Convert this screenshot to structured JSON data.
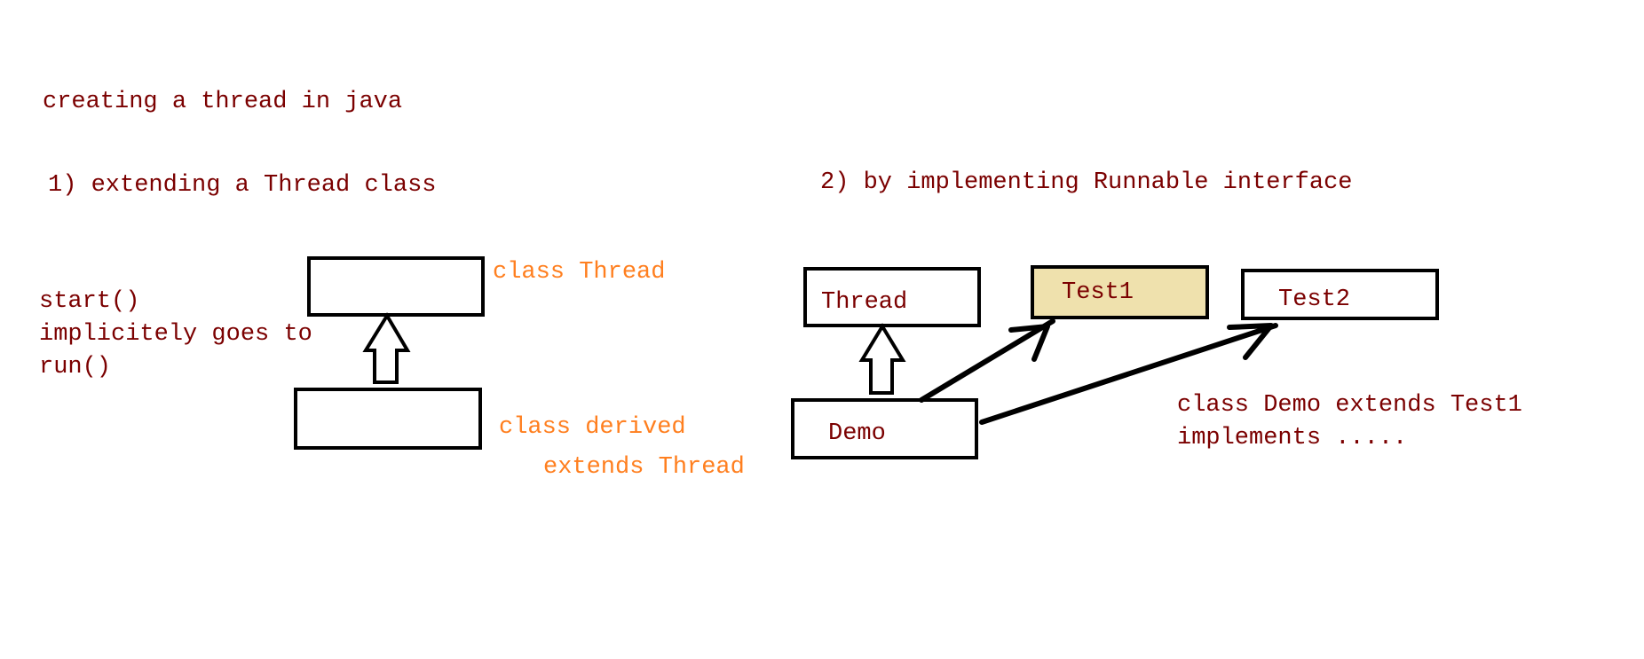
{
  "colors": {
    "text_dark": "#7b0000",
    "text_orange": "#ff7f1f",
    "highlight_box": "#efe1ad"
  },
  "title": "creating a thread in java",
  "section1": {
    "heading": "1) extending a Thread class",
    "note_lines": [
      "start()",
      "implicitely goes to",
      "run()"
    ],
    "parent_label": "class Thread",
    "child_label_lines": [
      "class derived",
      "extends Thread"
    ]
  },
  "section2": {
    "heading": "2) by implementing Runnable interface",
    "boxes": {
      "thread": "Thread",
      "test1": "Test1",
      "test2": "Test2",
      "demo": "Demo"
    },
    "note_lines": [
      "class Demo extends Test1",
      "implements ....."
    ]
  }
}
